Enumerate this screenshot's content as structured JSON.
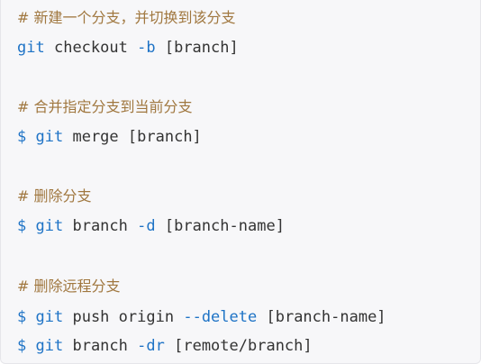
{
  "code_block": {
    "lines": [
      {
        "comment": "# 新建一个分支，并切换到该分支"
      },
      {
        "command": "git",
        "subcommand": "checkout",
        "flag": "-b",
        "argument": "[branch]"
      },
      {
        "comment": "# 合并指定分支到当前分支"
      },
      {
        "prompt": "$",
        "command": "git",
        "subcommand": "merge",
        "argument": "[branch]"
      },
      {
        "comment": "# 删除分支"
      },
      {
        "prompt": "$",
        "command": "git",
        "subcommand": "branch",
        "flag": "-d",
        "argument": "[branch-name]"
      },
      {
        "comment": "# 删除远程分支"
      },
      {
        "prompt": "$",
        "command": "git",
        "subcommand": "push",
        "target": "origin",
        "flag": "--delete",
        "argument": "[branch-name]"
      },
      {
        "prompt": "$",
        "command": "git",
        "subcommand": "branch",
        "flag": "-dr",
        "argument": "[remote/branch]"
      }
    ]
  },
  "colors": {
    "comment": "#a0773f",
    "keyword": "#1e73c6",
    "text": "#333333",
    "background": "#f7f7f9"
  }
}
